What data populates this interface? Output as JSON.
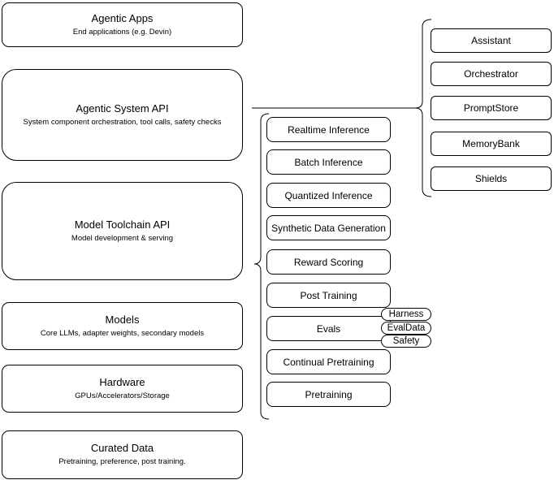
{
  "left_column": {
    "boxes": [
      {
        "title": "Agentic Apps",
        "subtitle": "End applications (e.g. Devin)"
      },
      {
        "title": "Agentic System API",
        "subtitle": "System component orchestration, tool calls, safety checks"
      },
      {
        "title": "Model Toolchain API",
        "subtitle": "Model development & serving"
      },
      {
        "title": "Models",
        "subtitle": "Core LLMs, adapter weights, secondary models"
      },
      {
        "title": "Hardware",
        "subtitle": "GPUs/Accelerators/Storage"
      },
      {
        "title": "Curated Data",
        "subtitle": "Pretraining, preference, post training."
      }
    ]
  },
  "middle_column": {
    "items": [
      "Realtime Inference",
      "Batch Inference",
      "Quantized Inference",
      "Synthetic Data Generation",
      "Reward Scoring",
      "Post Training",
      "Evals",
      "Continual Pretraining",
      "Pretraining"
    ]
  },
  "evals_tags": {
    "items": [
      "Harness",
      "EvalData",
      "Safety"
    ]
  },
  "right_column": {
    "items": [
      "Assistant",
      "Orchestrator",
      "PromptStore",
      "MemoryBank",
      "Shields"
    ]
  },
  "colors": {
    "stroke": "#000000",
    "background": "#ffffff",
    "text": "#000000"
  }
}
